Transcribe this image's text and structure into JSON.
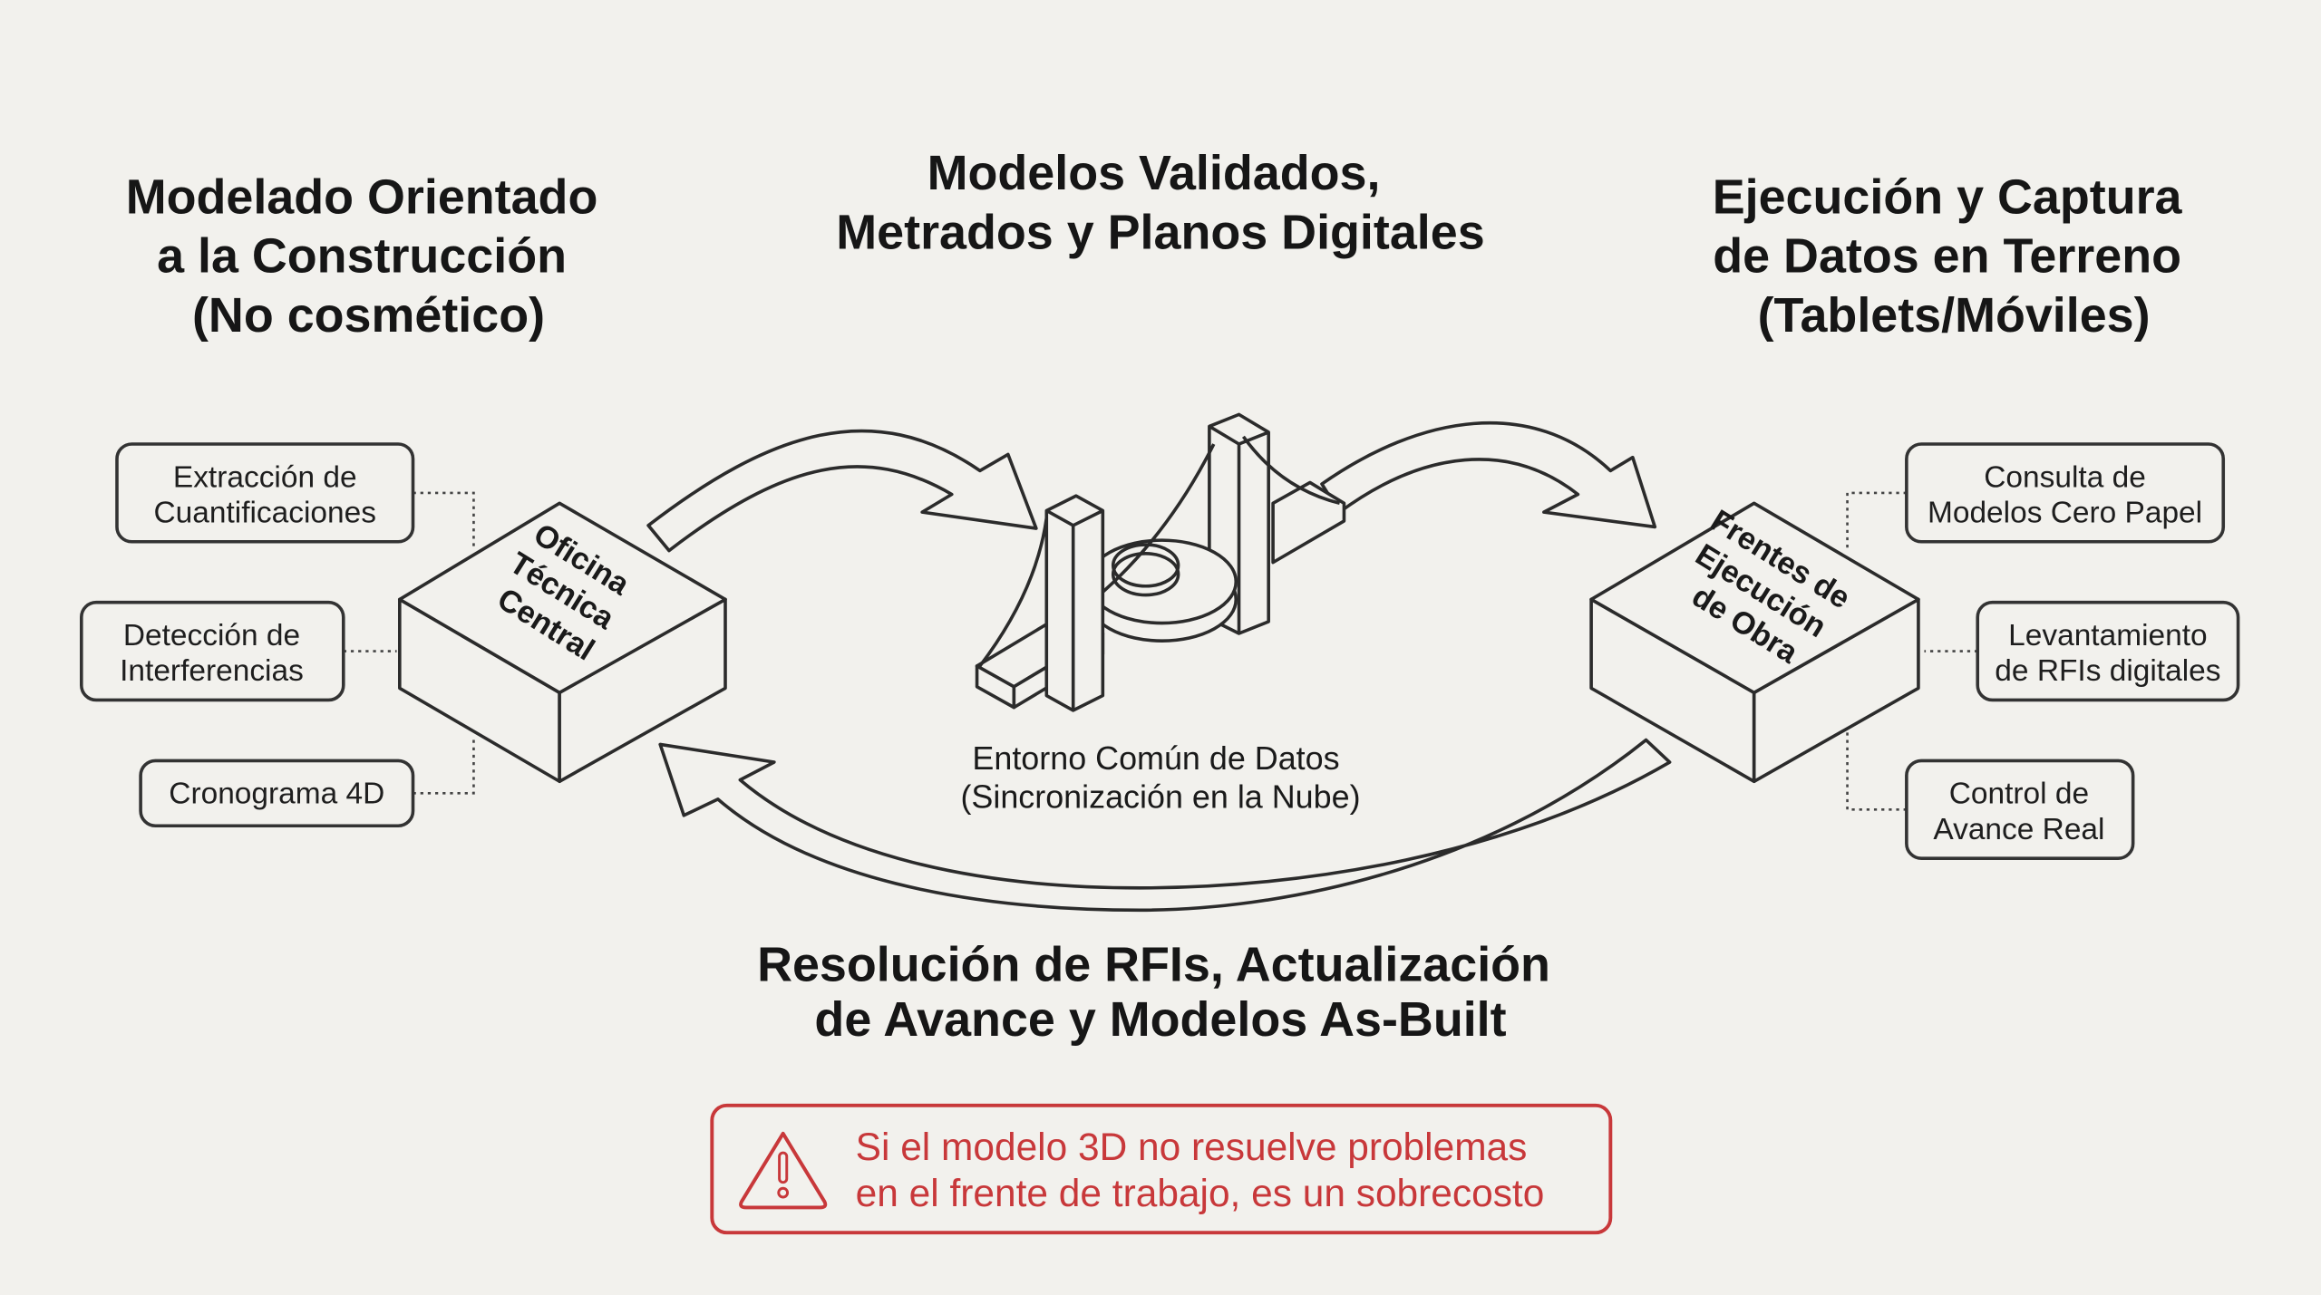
{
  "titles": {
    "left": [
      "Modelado Orientado",
      "a la Construcción",
      "(No cosmético)"
    ],
    "center": [
      "Modelos Validados,",
      "Metrados y Planos Digitales"
    ],
    "right": [
      "Ejecución y Captura",
      "de Datos en Terreno",
      "(Tablets/Móviles)"
    ],
    "bottom": [
      "Resolución de RFIs, Actualización",
      "de Avance y Modelos As-Built"
    ]
  },
  "left_block": {
    "label": [
      "Oficina",
      "Técnica",
      "Central"
    ]
  },
  "right_block": {
    "label": [
      "Frentes de",
      "Ejecución",
      "de Obra"
    ]
  },
  "left_items": [
    {
      "lines": [
        "Extracción de",
        "Cuantificaciones"
      ]
    },
    {
      "lines": [
        "Detección de",
        "Interferencias"
      ]
    },
    {
      "lines": [
        "Cronograma 4D"
      ]
    }
  ],
  "right_items": [
    {
      "lines": [
        "Consulta de",
        "Modelos Cero Papel"
      ]
    },
    {
      "lines": [
        "Levantamiento",
        "de RFIs digitales"
      ]
    },
    {
      "lines": [
        "Control de",
        "Avance Real"
      ]
    }
  ],
  "center_hub": {
    "icon": "bim-structure-icon",
    "label": [
      "Entorno Común de Datos",
      "(Sincronización en la Nube)"
    ]
  },
  "warning": {
    "icon": "warning-triangle-icon",
    "lines": [
      "Si el modelo 3D no resuelve problemas",
      "en el frente de trabajo, es un sobrecosto"
    ],
    "color": "#c8383a"
  },
  "colors": {
    "background": "#f2f1ed",
    "ink": "#1a1a1a",
    "alert": "#c8383a"
  }
}
